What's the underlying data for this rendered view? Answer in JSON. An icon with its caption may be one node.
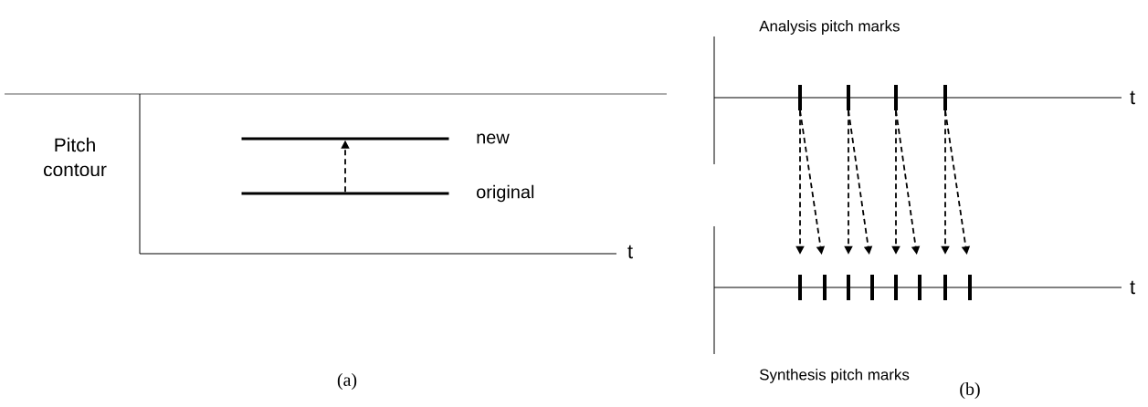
{
  "diagram": {
    "nodes": [
      {
        "text": [],
        "shape": "bar",
        "beside": [
          "new"
        ]
      },
      {
        "text": [],
        "shape": "bar",
        "beside": [
          "original"
        ]
      },
      {
        "text": [],
        "shape": "bar"
      },
      {
        "text": [],
        "shape": "bar"
      },
      {
        "text": [],
        "shape": "bar"
      },
      {
        "text": [],
        "shape": "bar"
      },
      {
        "text": [],
        "shape": "bar"
      },
      {
        "text": [],
        "shape": "bar"
      },
      {
        "text": [],
        "shape": "bar"
      },
      {
        "text": [],
        "shape": "bar"
      },
      {
        "text": [],
        "shape": "bar"
      },
      {
        "text": [],
        "shape": "bar"
      },
      {
        "text": [],
        "shape": "bar"
      },
      {
        "text": [],
        "shape": "bar"
      }
    ],
    "edges": [
      {
        "from": 1,
        "to": 0,
        "arrow": "to",
        "style": "dashed"
      },
      {
        "from": 2,
        "to": 6,
        "arrow": "to",
        "style": "dashed"
      },
      {
        "from": 2,
        "to": 7,
        "arrow": "to",
        "style": "dashed"
      },
      {
        "from": 3,
        "to": 8,
        "arrow": "to",
        "style": "dashed"
      },
      {
        "from": 3,
        "to": 9,
        "arrow": "to",
        "style": "dashed"
      },
      {
        "from": 4,
        "to": 10,
        "arrow": "to",
        "style": "dashed"
      },
      {
        "from": 4,
        "to": 11,
        "arrow": "to",
        "style": "dashed"
      },
      {
        "from": 5,
        "to": 12,
        "arrow": "to",
        "style": "dashed"
      },
      {
        "from": 5,
        "to": 13,
        "arrow": "to",
        "style": "dashed"
      }
    ],
    "labels": [
      "Analysis pitch marks",
      "Pitch contour",
      "t",
      "t",
      "t",
      "Synthesis pitch marks",
      "(a)",
      "(b)"
    ]
  }
}
